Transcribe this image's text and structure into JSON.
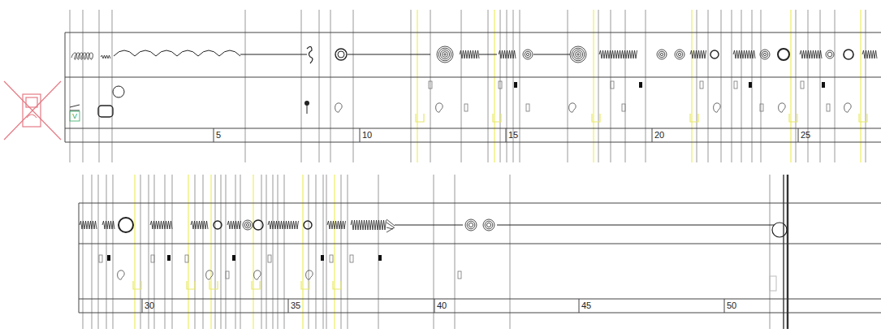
{
  "diagram": {
    "labels": [
      "V",
      "5",
      "10",
      "15",
      "20",
      "25",
      "30",
      "35",
      "40",
      "45",
      "50"
    ]
  }
}
